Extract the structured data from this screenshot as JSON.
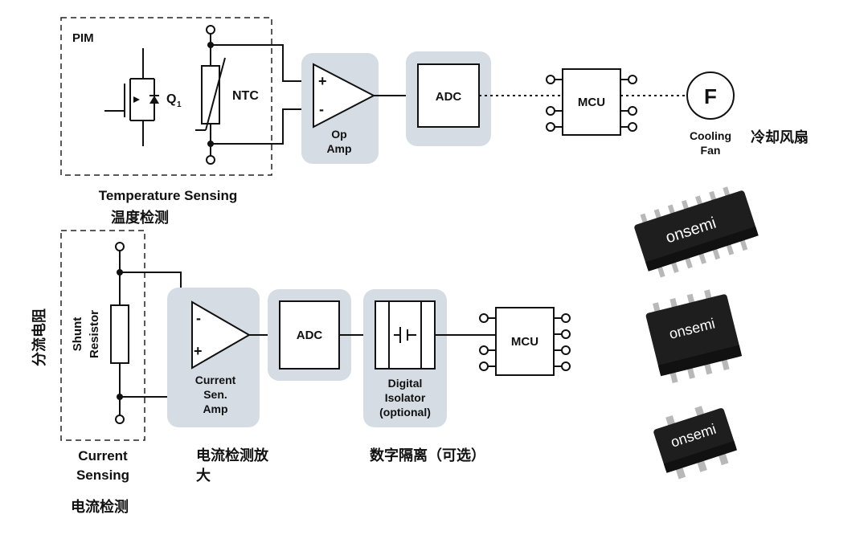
{
  "top": {
    "pim_label": "PIM",
    "q1_label": "Q",
    "q1_sub": "1",
    "ntc_label": "NTC",
    "opamp_line1": "Op",
    "opamp_line2": "Amp",
    "adc_label": "ADC",
    "mcu_label": "MCU",
    "fan_symbol": "F",
    "fan_line1": "Cooling",
    "fan_line2": "Fan",
    "fan_cn": "冷却风扇",
    "section_title": "Temperature Sensing",
    "section_cn": "温度检测"
  },
  "bottom": {
    "side_cn": "分流电阻",
    "shunt_line1": "Shunt",
    "shunt_line2": "Resistor",
    "amp_line1": "Current",
    "amp_line2": "Sen.",
    "amp_line3": "Amp",
    "adc_label": "ADC",
    "iso_line1": "Digital",
    "iso_line2": "Isolator",
    "iso_line3": "(optional)",
    "mcu_label": "MCU",
    "current_line1": "Current",
    "current_line2": "Sensing",
    "current_cn": "电流检测",
    "amp_cn_line1": "电流检测放",
    "amp_cn_line2": "大",
    "iso_cn": "数字隔离（可选）"
  },
  "chips": {
    "brand": "onsemi",
    "icon": "chip-package-icon"
  },
  "colors": {
    "block_bg": "#d6dce4",
    "line": "#111111",
    "chip_body": "#1e1e1e",
    "chip_pin": "#b8b8b8"
  }
}
